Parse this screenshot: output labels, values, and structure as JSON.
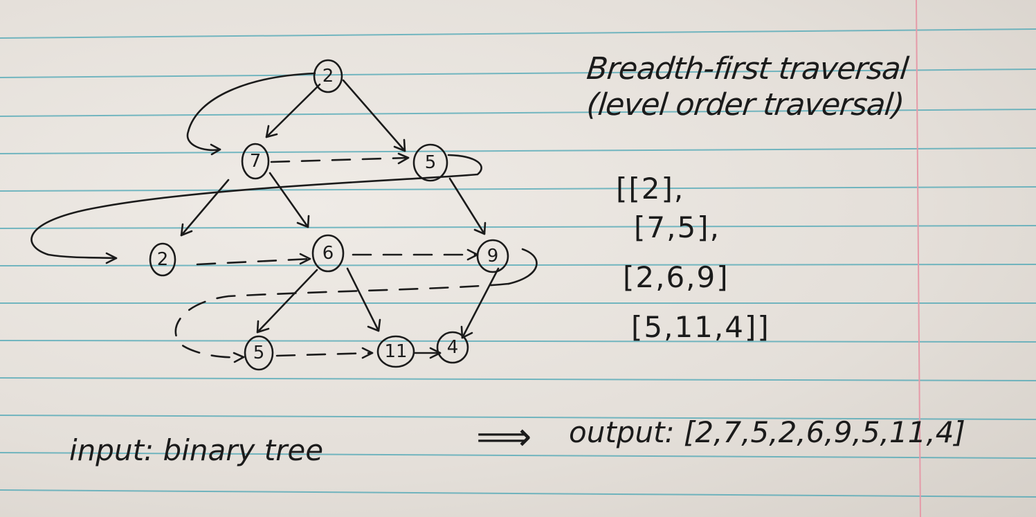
{
  "title": {
    "line1": "Breadth-first traversal",
    "line2": "(level order traversal)"
  },
  "levels": {
    "line1": "[[2],",
    "line2": "[7,5],",
    "line3": "[2,6,9]",
    "line4": "[5,11,4]]"
  },
  "input_label": "input: binary tree",
  "arrow_symbol": "⟹",
  "output_label": "output: [2,7,5,2,6,9,5,11,4]",
  "tree": {
    "nodes": [
      "2",
      "7",
      "5",
      "2",
      "6",
      "9",
      "5",
      "11",
      "4"
    ]
  },
  "colors": {
    "ink": "#1b1b1b",
    "paper": "#e6e1db",
    "rule_line": "#4aa6b5",
    "margin_line": "#e59aa8"
  }
}
